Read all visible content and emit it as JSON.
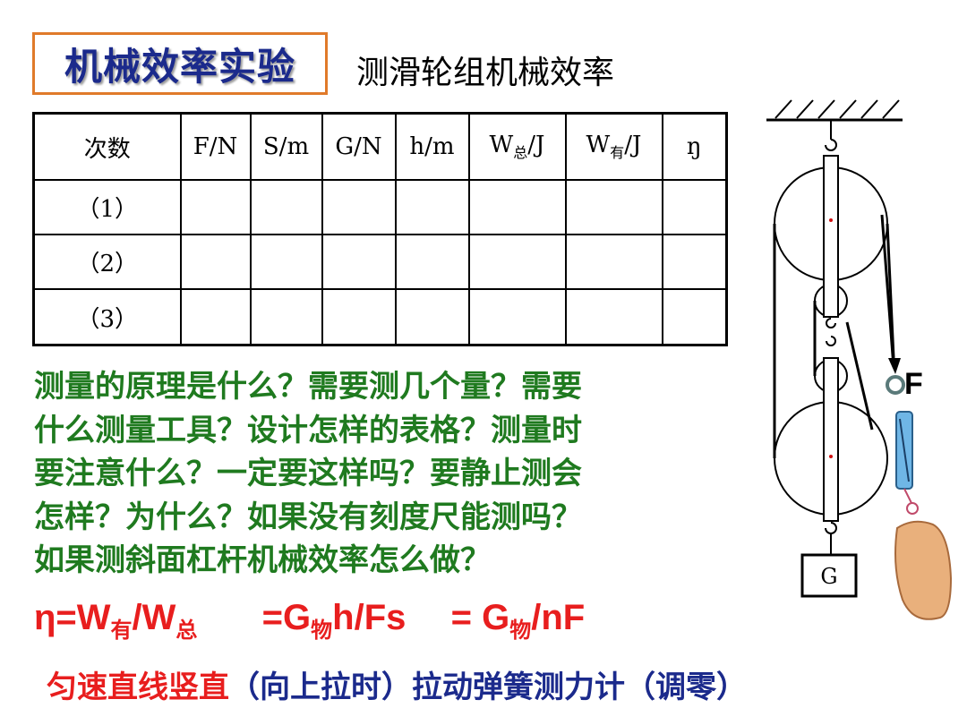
{
  "title": "机械效率实验",
  "subtitle": "测滑轮组机械效率",
  "table": {
    "headers": [
      {
        "main": "次数"
      },
      {
        "main": "F/N"
      },
      {
        "main": "S/m"
      },
      {
        "main": "G/N"
      },
      {
        "main": "h/m"
      },
      {
        "main": "W",
        "sub": "总",
        "tail": "/J"
      },
      {
        "main": "W",
        "sub": "有",
        "tail": "/J"
      },
      {
        "main": "ŋ"
      }
    ],
    "rows": [
      "（1）",
      "（2）",
      "（3）"
    ]
  },
  "question": {
    "lines": [
      "测量的原理是什么？需要测几个量？需要",
      "什么测量工具？设计怎样的表格？测量时",
      "要注意什么？一定要这样吗？要静止测会",
      "怎样？为什么？如果没有刻度尺能测吗？",
      "如果测斜面杠杆机械效率怎么做？"
    ]
  },
  "formula": {
    "p1": "η=W",
    "s1": "有",
    "p2": "/W",
    "s2": "总",
    "p3": "=G",
    "s3": "物",
    "p4": "h/Fs",
    "p5": "= G",
    "s5": "物",
    "p6": "/nF"
  },
  "footer": {
    "red": "匀速直线竖直",
    "blue": "（向上拉时）拉动弹簧测力计（调零）"
  },
  "diagram": {
    "force_label": "F",
    "weight_label": "G"
  }
}
